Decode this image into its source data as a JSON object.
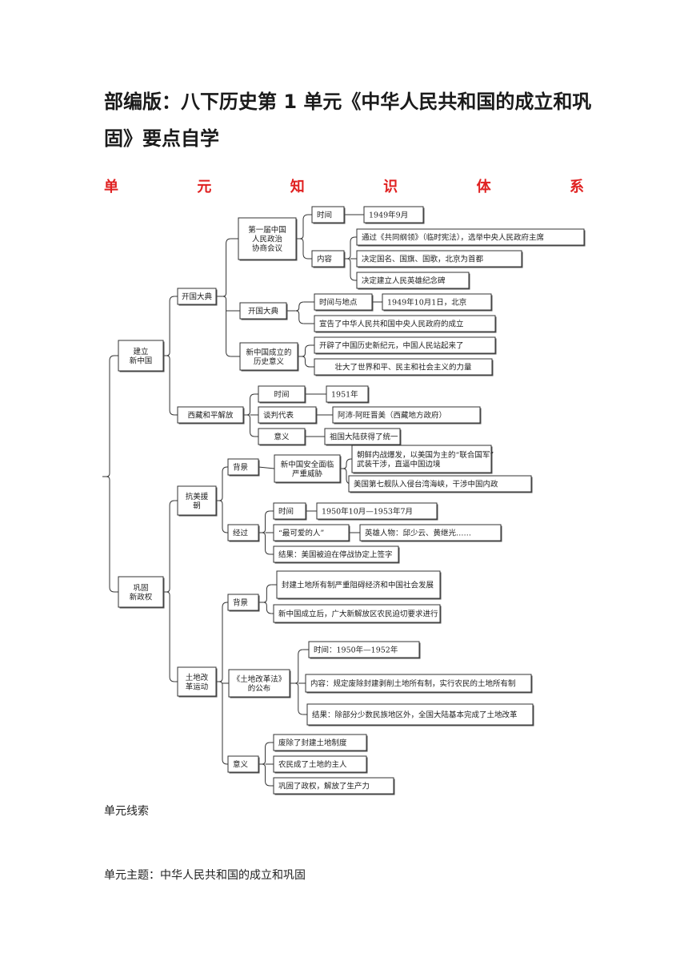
{
  "document": {
    "title": "部编版：八下历史第 1 单元《中华人民共和国的成立和巩固》要点自学",
    "section_heading_chars": [
      "单",
      "元",
      "知",
      "识",
      "体",
      "系"
    ],
    "unit_clue_label": "单元线索",
    "unit_theme": "单元主题：中华人民共和国的成立和巩固"
  },
  "mindmap": {
    "nodes": {
      "n_jianli": "建立|新中国",
      "n_gonggu": "巩固|新政权",
      "n_kaiguo": "开国大典",
      "n_xizang": "西藏和平解放",
      "n_kangmei": "抗美援|朝",
      "n_tudi": "土地改|革运动",
      "n_zhengxie": "第一届中国|人民政治|协商会议",
      "n_kaiguo2": "开国大典",
      "n_yiyi1": "新中国成立的|历史意义",
      "n_shijian1": "时间",
      "n_neirong1": "内容",
      "n_1949_9": "1949年9月",
      "n_tongguo": "通过《共同纲领》（临时宪法），选举中央人民政府主席",
      "n_jueding": "决定国名、国旗、国歌，北京为首都",
      "n_jinian": "决定建立人民英雄纪念碑",
      "n_shijiandidian": "时间与地点",
      "n_19491001": "1949年10月1日，北京",
      "n_xuangao": "宣告了中华人民共和国中央人民政府的成立",
      "n_kaipi": "开辟了中国历史新纪元，中国人民站起来了",
      "n_zhuangda": "壮大了世界和平、民主和社会主义的力量",
      "n_shijian2": "时间",
      "n_tanpan": "谈判代表",
      "n_yiyi2": "意义",
      "n_1951": "1951年",
      "n_apei": "阿沛·阿旺晋美（西藏地方政府）",
      "n_tongyi": "祖国大陆获得了统一",
      "n_beijing1": "背景",
      "n_jingguo": "经过",
      "n_xinzhongguo_anquan": "新中国安全面临|严重威胁",
      "n_chaoxian": "朝鲜内战爆发，以美国为主的“联合国军”|武装干涉，直逼中国边境",
      "n_diqi": "美国第七舰队入侵台湾海峡，干涉中国内政",
      "n_shijian3": "时间",
      "n_19501953": "1950年10月—1953年7月",
      "n_keai": "“最可爱的人”",
      "n_yingxiong": "英雄人物：邱少云、黄继光……",
      "n_jieguo1": "结果：美国被迫在停战协定上签字",
      "n_beijing2": "背景",
      "n_tudi_law": "《土地改革法》|的公布",
      "n_yiyi3": "意义",
      "n_fengjian": "封建土地所有制严重阻碍经济和中国社会发展",
      "n_jiefangqu": "新中国成立后，广大新解放区农民迫切要求进行",
      "n_shijian4": "时间：1950年—1952年",
      "n_neirong2": "内容：规定废除封建剥削土地所有制，实行农民的土地所有制",
      "n_jieguo2": "结果：除部分少数民族地区外，全国大陆基本完成了土地改革",
      "n_feichu": "废除了封建土地制度",
      "n_nongmin": "农民成了土地的主人",
      "n_gonggu_zq": "巩固了政权，解放了生产力"
    }
  }
}
